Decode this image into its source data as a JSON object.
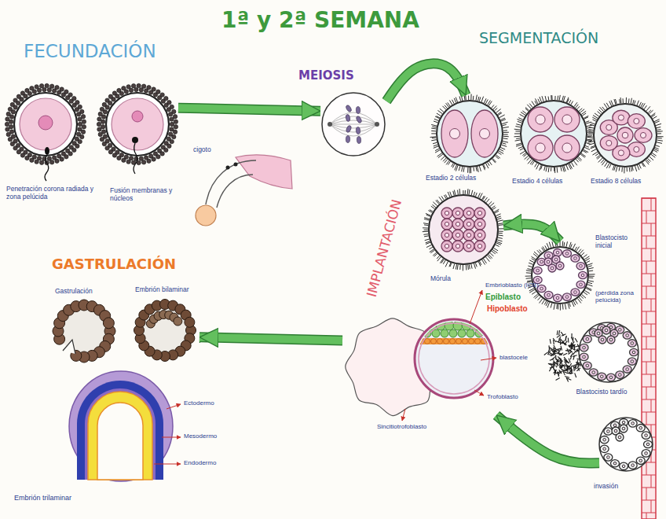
{
  "diagram": {
    "title": "1ª y 2ª SEMANA",
    "nodes": [
      {
        "text": [
          "Penetración corona radiada y zona pelúcida"
        ]
      },
      {
        "text": [
          "Fusión membranas y núcleos"
        ]
      },
      {
        "text": [
          "cigoto"
        ]
      },
      {
        "text": [
          "MEIOSIS"
        ]
      },
      {
        "text": [
          "Estadio 2 células"
        ]
      },
      {
        "text": [
          "Estadio 4 células"
        ]
      },
      {
        "text": [
          "Estadio 8 células"
        ]
      },
      {
        "text": [
          "Mórula"
        ]
      },
      {
        "text": [
          "Blastocisto inicial"
        ]
      },
      {
        "text": [
          "Blastocisto tardío"
        ]
      },
      {
        "text": [
          "invasión"
        ]
      },
      {
        "text": [
          "IMPLANTACIÓN"
        ]
      },
      {
        "text": [
          "Gastrulación"
        ]
      },
      {
        "text": [
          "Embrión bilaminar"
        ]
      },
      {
        "text": [
          "Embrión trilaminar"
        ]
      }
    ],
    "edges": [
      {
        "from": 1,
        "to": 3,
        "arrow": "to"
      },
      {
        "from": 3,
        "to": 4,
        "arrow": "to"
      },
      {
        "from": 7,
        "to": 8,
        "arrow": "both"
      },
      {
        "from": 10,
        "to": 11,
        "arrow": "to"
      },
      {
        "from": 11,
        "to": 13,
        "arrow": "to"
      }
    ],
    "labels": [
      "FECUNDACIÓN",
      "SEGMENTACIÓN",
      "(pérdida zona pelúcida)",
      "Embrioblasto (ICB)",
      "Epiblasto",
      "Hipoblasto",
      "blastocele",
      "Trofoblasto",
      "Sincitiotrofoblasto",
      "GASTRULACIÓN",
      "Ectodermo",
      "Mesodermo",
      "Endodermo"
    ]
  }
}
